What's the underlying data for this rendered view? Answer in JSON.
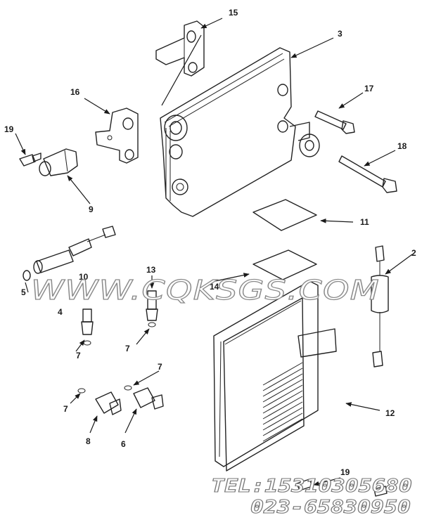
{
  "callouts": {
    "c15": "15",
    "c3": "3",
    "c16": "16",
    "c17": "17",
    "c19a": "19",
    "c18": "18",
    "c9": "9",
    "c11": "11",
    "c2": "2",
    "c13": "13",
    "c10": "10",
    "c5": "5",
    "c4": "4",
    "c14": "14",
    "c7a": "7",
    "c7b": "7",
    "c7c": "7",
    "c7d": "7",
    "c8": "8",
    "c6": "6",
    "c12": "12",
    "c19b": "19"
  },
  "watermark": {
    "site": "WWW.CQKSGS.COM",
    "tel": "TEL:15310305680",
    "phone": "023-65830950"
  }
}
